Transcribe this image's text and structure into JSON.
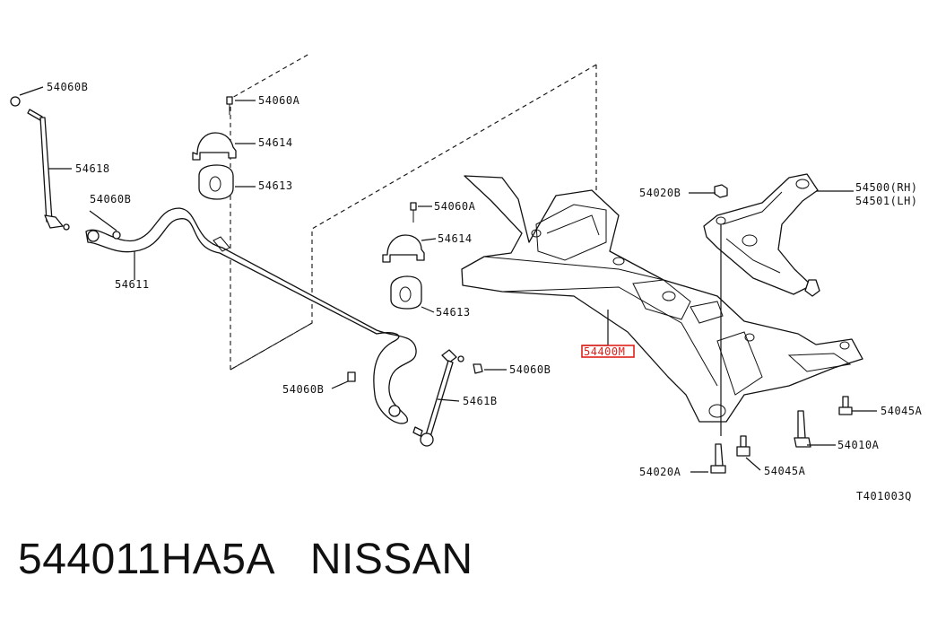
{
  "labels": {
    "l_54060B_top": "54060B",
    "l_54618": "54618",
    "l_54060B_mid": "54060B",
    "l_54611": "54611",
    "l_54060A_top": "54060A",
    "l_54614_top": "54614",
    "l_54613_top": "54613",
    "l_54060A_mid": "54060A",
    "l_54614_mid": "54614",
    "l_54613_mid": "54613",
    "l_54060B_bot": "54060B",
    "l_54060B_right": "54060B",
    "l_5461B": "5461B",
    "l_54400M": "54400M",
    "l_54020B": "54020B",
    "l_54500RH": "54500(RH)",
    "l_54501LH": "54501(LH)",
    "l_54045A_right": "54045A",
    "l_54010A": "54010A",
    "l_54045A_bot": "54045A",
    "l_54020A": "54020A",
    "l_T401003Q": "T401003Q"
  },
  "highlight_color": "#e0201b",
  "caption": {
    "part_number": "544011HA5A",
    "brand": "NISSAN"
  }
}
